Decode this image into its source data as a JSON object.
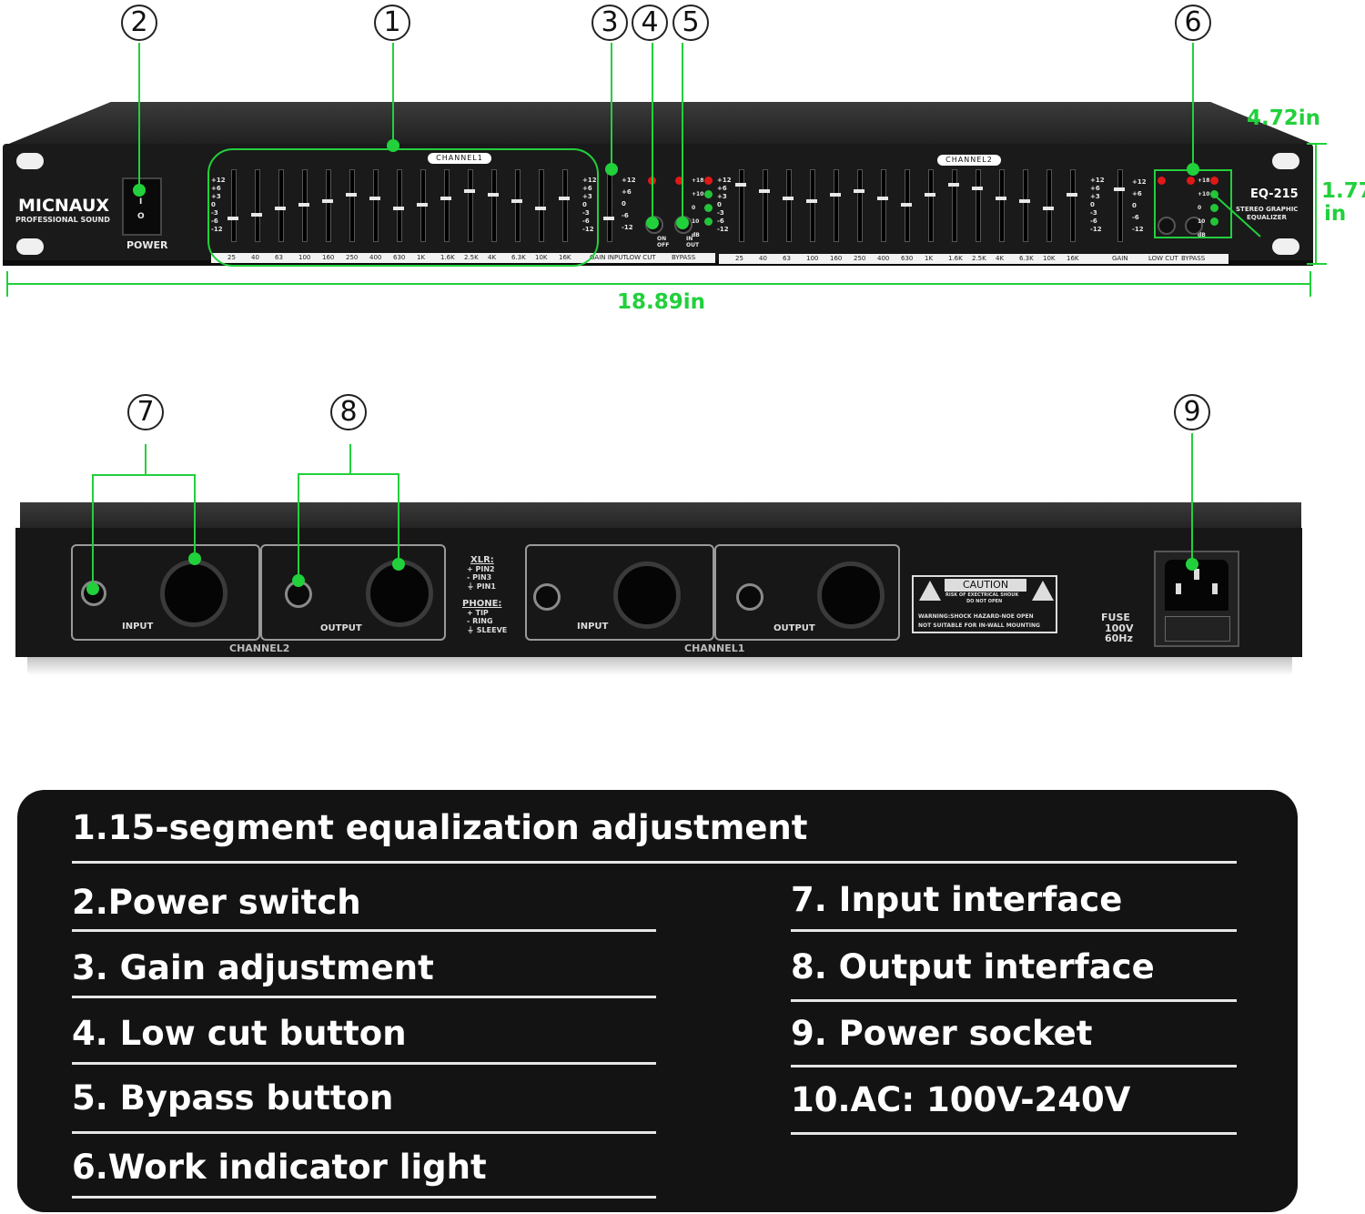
{
  "callouts": {
    "c1": "1",
    "c2": "2",
    "c3": "3",
    "c4": "4",
    "c5": "5",
    "c6": "6",
    "c7": "7",
    "c8": "8",
    "c9": "9"
  },
  "dimensions": {
    "depth": "4.72in",
    "height_a": "1.77",
    "height_b": "in",
    "width": "18.89in"
  },
  "front_panel": {
    "brand": "MICNAUX",
    "brand_sub": "PROFESSIONAL SOUND",
    "power_label": "POWER",
    "power_on": "I",
    "power_off": "O",
    "channel1": "CHANNEL1",
    "channel2": "CHANNEL2",
    "model": "EQ-215",
    "model_sub1": "STEREO GRAPHIC",
    "model_sub2": "EQUALIZER",
    "db_scale": [
      "+12",
      "+6",
      "+3",
      "0",
      "-3",
      "-6",
      "-12"
    ],
    "gain_scale": [
      "+12",
      "+6",
      "0",
      "-6",
      "-12"
    ],
    "meter_scale": [
      "+18",
      "+10",
      "0",
      "10",
      "dB"
    ],
    "freqs": [
      "25",
      "40",
      "63",
      "100",
      "160",
      "250",
      "400",
      "630",
      "1K",
      "1.6K",
      "2.5K",
      "4K",
      "6.3K",
      "10K",
      "16K"
    ],
    "gain_input": "GAIN INPUT",
    "low_cut": "LOW CUT",
    "bypass": "BYPASS",
    "gain": "GAIN",
    "on": "ON",
    "off": "OFF",
    "in": "IN",
    "out": "OUT",
    "ch1_levels": [
      0.3,
      0.35,
      0.45,
      0.5,
      0.55,
      0.65,
      0.6,
      0.45,
      0.5,
      0.6,
      0.7,
      0.65,
      0.55,
      0.45,
      0.6
    ],
    "ch2_levels": [
      0.8,
      0.7,
      0.6,
      0.55,
      0.65,
      0.7,
      0.6,
      0.5,
      0.65,
      0.8,
      0.75,
      0.6,
      0.55,
      0.45,
      0.65
    ]
  },
  "rear_panel": {
    "input": "INPUT",
    "output": "OUTPUT",
    "channel2": "CHANNEL2",
    "channel1": "CHANNEL1",
    "xlr_title": "XLR:",
    "xlr_pins": [
      "+ PIN2",
      "- PIN3",
      "⏚ PIN1"
    ],
    "phone_title": "PHONE:",
    "phone_pins": [
      "+ TIP",
      "- RING",
      "⏚ SLEEVE"
    ],
    "caution": "CAUTION",
    "caution_sub1": "RISK OF EXECTRICAL SHOUK",
    "caution_sub2": "DO NOT OPEN",
    "warning1": "WARNING:SHOCK HAZARD-NOE OPEN",
    "warning2": "NOT SUITABLE FOR IN-WALL MOUNTING",
    "fuse": "FUSE",
    "fuse_v": "100V",
    "fuse_hz": "60Hz"
  },
  "features": [
    "1.15-segment equalization adjustment",
    "2.Power switch",
    "3. Gain adjustment",
    "4. Low cut button",
    "5. Bypass button",
    "6.Work indicator light",
    "7. Input interface",
    "8. Output interface",
    "9. Power socket",
    "10.AC: 100V-240V"
  ],
  "colors": {
    "accent_green": "#22d03c",
    "panel_bg": "#131313",
    "unit_black": "#171717",
    "led_red": "#e01818",
    "led_green": "#23c43a"
  }
}
